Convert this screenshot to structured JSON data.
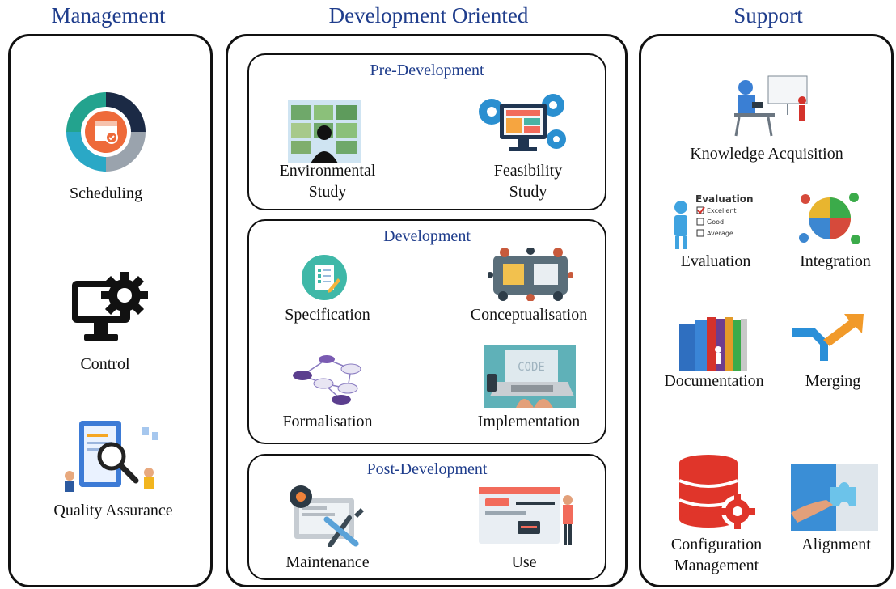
{
  "columns": {
    "management": "Management",
    "development": "Development Oriented",
    "support": "Support"
  },
  "management": {
    "scheduling": "Scheduling",
    "control": "Control",
    "quality": "Quality Assurance"
  },
  "pre": {
    "title": "Pre-Development",
    "environmental_1": "Environmental",
    "environmental_2": "Study",
    "feasibility_1": "Feasibility",
    "feasibility_2": "Study"
  },
  "dev": {
    "title": "Development",
    "specification": "Specification",
    "conceptualisation": "Conceptualisation",
    "formalisation": "Formalisation",
    "implementation": "Implementation",
    "code_text": "CODE"
  },
  "post": {
    "title": "Post-Development",
    "maintenance": "Maintenance",
    "use": "Use"
  },
  "support": {
    "knowledge": "Knowledge Acquisition",
    "evaluation": "Evaluation",
    "integration": "Integration",
    "documentation": "Documentation",
    "merging": "Merging",
    "config_1": "Configuration",
    "config_2": "Management",
    "alignment": "Alignment",
    "eval_card": {
      "heading": "Evaluation",
      "excellent": "Excellent",
      "good": "Good",
      "average": "Average"
    }
  },
  "colors": {
    "title_blue": "#1f3d8c",
    "border": "#111111"
  }
}
